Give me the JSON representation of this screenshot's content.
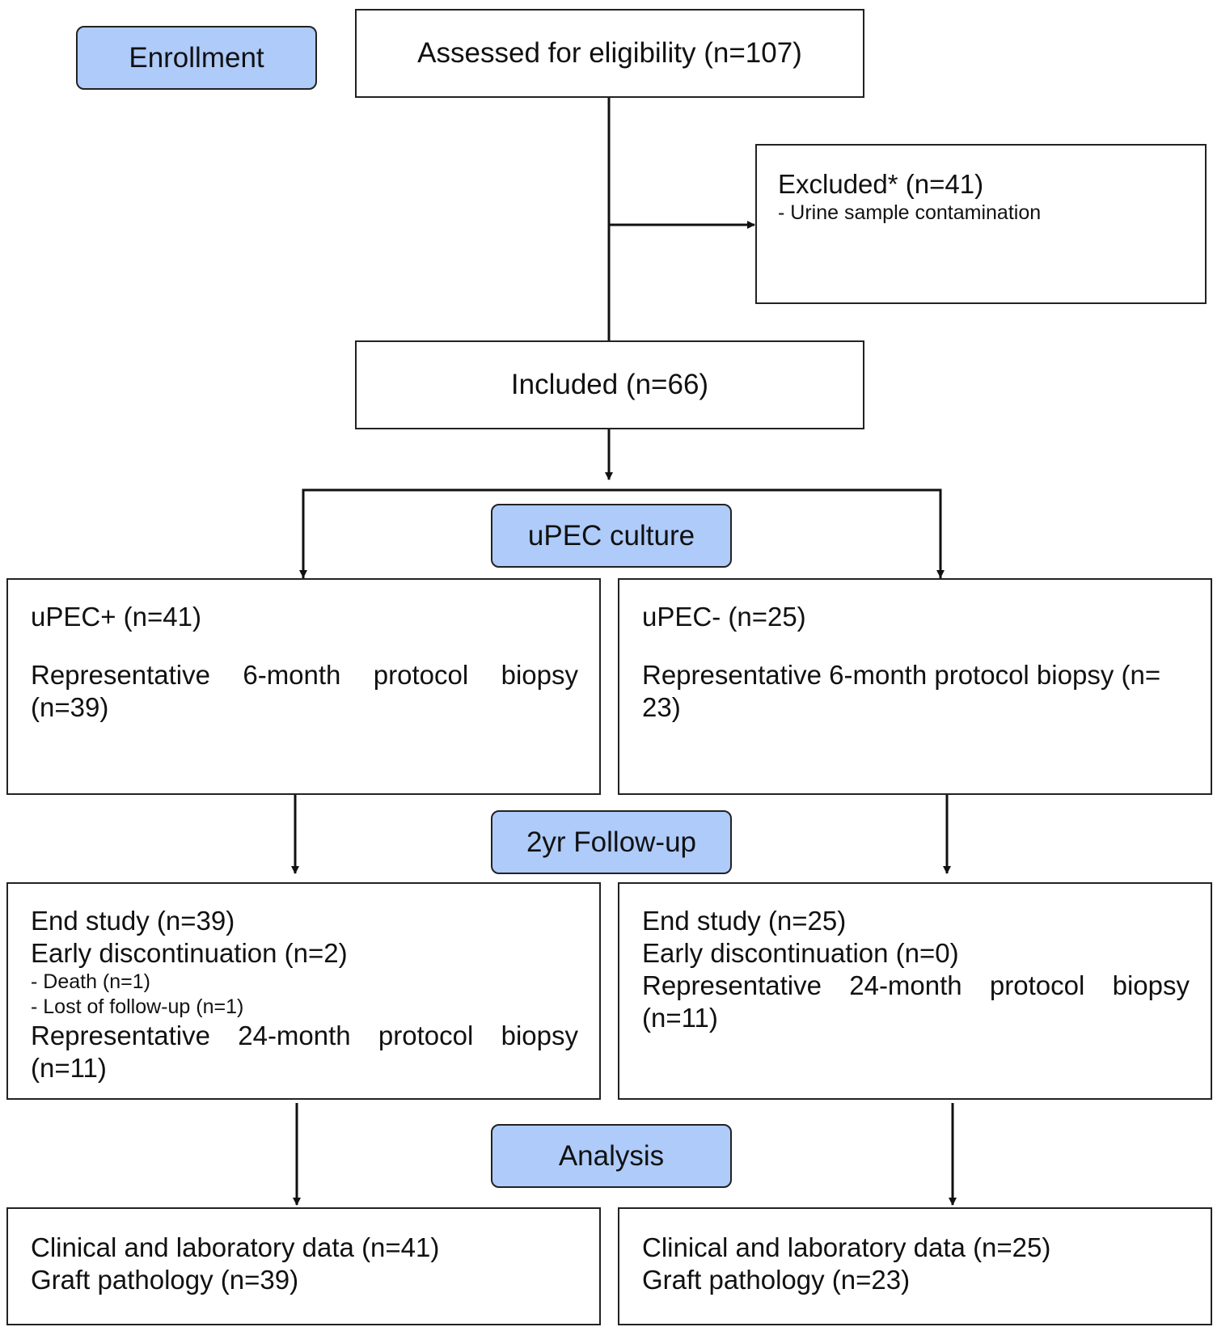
{
  "colors": {
    "stage_fill": "#aecbfa",
    "border": "#222222",
    "line": "#111111"
  },
  "stages": {
    "enrollment": "Enrollment",
    "culture": "uPEC culture",
    "followup": "2yr Follow-up",
    "analysis": "Analysis"
  },
  "assessed": "Assessed for eligibility (n=107)",
  "excluded": {
    "title": "Excluded* (n=41)",
    "reason": "- Urine sample contamination"
  },
  "included": "Included (n=66)",
  "left": {
    "group": {
      "title": "uPEC+ (n=41)",
      "biopsy": "Representative 6-month protocol biopsy (n=39)"
    },
    "followup": {
      "end_study": "End study (n=39)",
      "early": "Early discontinuation (n=2)",
      "death": "- Death (n=1)",
      "lost": "- Lost of follow-up (n=1)",
      "biopsy": "Representative 24-month protocol biopsy (n=11)"
    },
    "analysis": {
      "clinical": "Clinical and laboratory data (n=41)",
      "pathology": "Graft pathology (n=39)"
    }
  },
  "right": {
    "group": {
      "title": "uPEC- (n=25)",
      "biopsy": "Representative 6-month protocol biopsy (n= 23)"
    },
    "followup": {
      "end_study": "End study (n=25)",
      "early": "Early discontinuation (n=0)",
      "biopsy": "Representative 24-month protocol biopsy (n=11)"
    },
    "analysis": {
      "clinical": "Clinical and laboratory data (n=25)",
      "pathology": "Graft pathology (n=23)"
    }
  }
}
